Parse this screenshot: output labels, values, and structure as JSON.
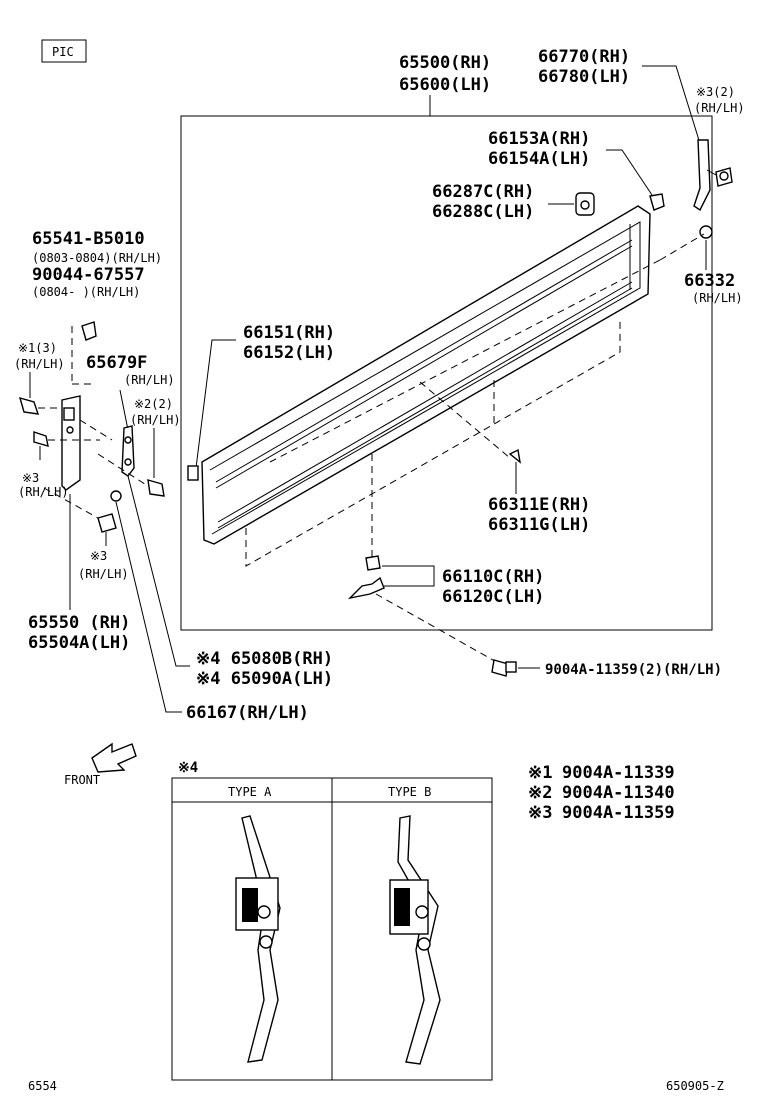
{
  "header": {
    "pic_label": "PIC"
  },
  "parts": {
    "p65500": "65500(RH)",
    "p65600": "65600(LH)",
    "p66770": "66770(RH)",
    "p66780": "66780(LH)",
    "p66770_note1": "※3(2)",
    "p66770_note2": "(RH/LH)",
    "p66153": "66153A(RH)",
    "p66154": "66154A(LH)",
    "p66287": "66287C(RH)",
    "p66288": "66288C(LH)",
    "p66332": "66332",
    "p66332_note": "(RH/LH)",
    "p65541": "65541-B5010",
    "p65541_note": "(0803-0804)(RH/LH)",
    "p90044": "90044-67557",
    "p90044_note": "(0804-     )(RH/LH)",
    "p66151": "66151(RH)",
    "p66152": "66152(LH)",
    "x1_a": "※1(3)",
    "x1_b": "(RH/LH)",
    "p65679": "65679F",
    "p65679_note": "(RH/LH)",
    "x2_a": "※2(2)",
    "x2_b": "(RH/LH)",
    "x3_a": "※3",
    "x3_b": "(RH/LH)",
    "x3b_a": "※3",
    "x3b_b": "(RH/LH)",
    "p66311e": "66311E(RH)",
    "p66311g": "66311G(LH)",
    "p66110": "66110C(RH)",
    "p66120": "66120C(LH)",
    "p65550": "65550 (RH)",
    "p65504": "65504A(LH)",
    "p65080": "※4 65080B(RH)",
    "p65090": "※4 65090A(LH)",
    "p9004a": "9004A-11359(2)(RH/LH)",
    "p66167": "66167(RH/LH)"
  },
  "legend": {
    "front": "FRONT",
    "x4": "※4",
    "type_a": "TYPE A",
    "type_b": "TYPE B",
    "notes": [
      {
        "mark": "※1",
        "code": "9004A-11339"
      },
      {
        "mark": "※2",
        "code": "9004A-11340"
      },
      {
        "mark": "※3",
        "code": "9004A-11359"
      }
    ]
  },
  "footer": {
    "left": "6554",
    "right": "650905-Z"
  }
}
